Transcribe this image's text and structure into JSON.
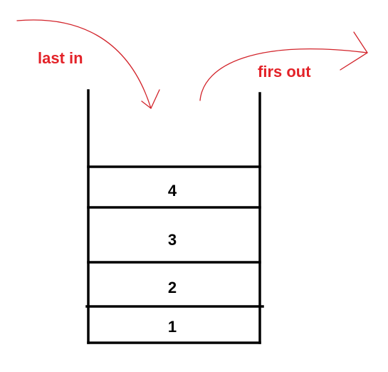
{
  "labels": {
    "push": "last in",
    "pop": "firs out"
  },
  "stack": {
    "items": [
      "4",
      "3",
      "2",
      "1"
    ]
  },
  "colors": {
    "arrow": "#d2232a",
    "text_red": "#e32228",
    "ink": "#000000"
  }
}
